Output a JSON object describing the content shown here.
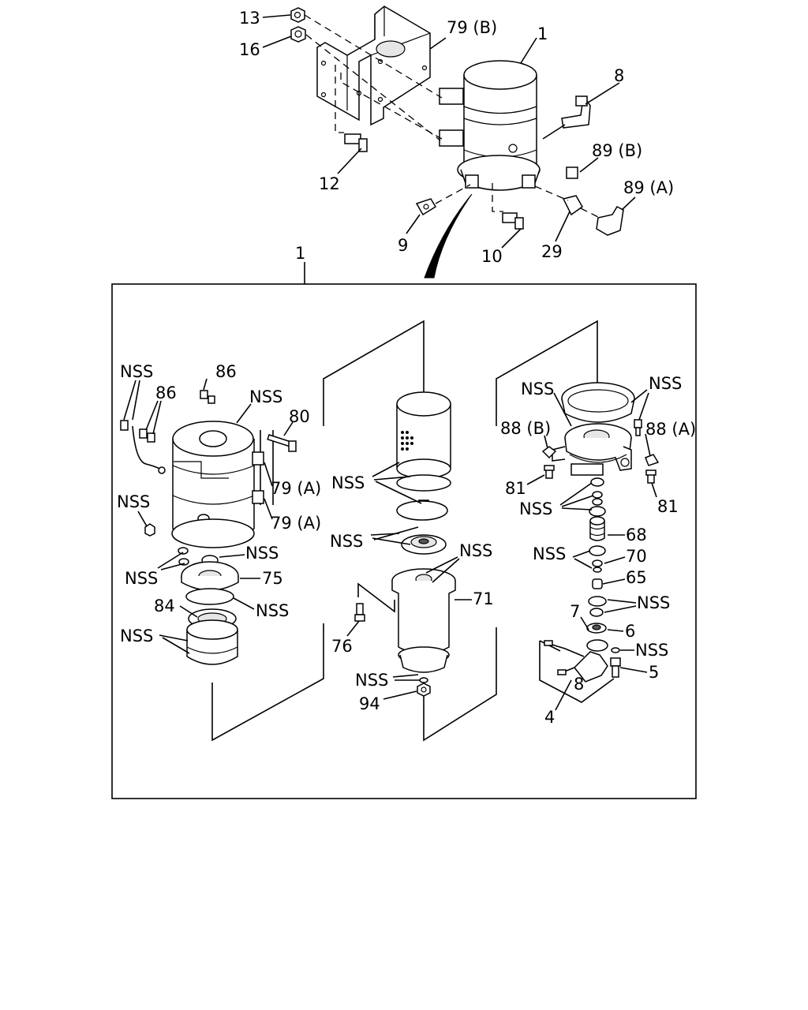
{
  "callouts": {
    "c13": "13",
    "c16": "16",
    "c79b": "79 (B)",
    "c1_top": "1",
    "c8": "8",
    "c12": "12",
    "c89b": "89 (B)",
    "c89a": "89 (A)",
    "c9": "9",
    "c10": "10",
    "c29": "29",
    "c1_frame": "1",
    "l_nss1": "NSS",
    "l_86a": "86",
    "l_86b": "86",
    "l_nss2": "NSS",
    "l_80": "80",
    "l_79a1": "79 (A)",
    "l_79a2": "79 (A)",
    "l_nss3": "NSS",
    "l_nss4": "NSS",
    "l_nss5": "NSS",
    "l_75": "75",
    "l_84": "84",
    "l_nss6": "NSS",
    "l_nss7": "NSS",
    "m_nss1": "NSS",
    "m_nss2": "NSS",
    "m_nss3": "NSS",
    "m_71": "71",
    "m_76": "76",
    "m_nss4": "NSS",
    "m_94": "94",
    "r_nss1": "NSS",
    "r_nss2": "NSS",
    "r_88b": "88 (B)",
    "r_88a": "88 (A)",
    "r_81a": "81",
    "r_81b": "81",
    "r_nss3": "NSS",
    "r_68": "68",
    "r_nss4": "NSS",
    "r_70": "70",
    "r_65": "65",
    "r_nss5": "NSS",
    "r_7": "7",
    "r_6": "6",
    "r_nss6": "NSS",
    "r_5": "5",
    "r_8": "8",
    "r_4": "4"
  }
}
